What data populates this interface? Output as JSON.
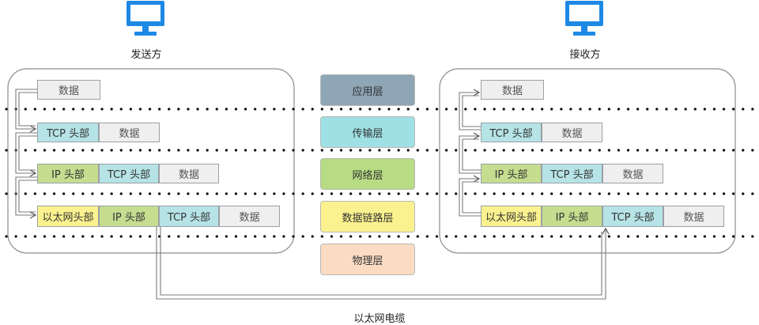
{
  "sender": {
    "label": "发送方",
    "icon": "monitor-icon"
  },
  "receiver": {
    "label": "接收方",
    "icon": "monitor-icon"
  },
  "cable_label": "以太网电缆",
  "layers": [
    {
      "label": "应用层",
      "color": "#8ea6b6"
    },
    {
      "label": "传输层",
      "color": "#9ee0e3"
    },
    {
      "label": "网络层",
      "color": "#b7dc83"
    },
    {
      "label": "数据链路层",
      "color": "#fbf28f"
    },
    {
      "label": "物理层",
      "color": "#fbdcc3"
    }
  ],
  "segments": {
    "data": "数据",
    "tcp_header": "TCP 头部",
    "ip_header": "IP 头部",
    "eth_header": "以太网头部"
  },
  "colors": {
    "accent_monitor": "#1e88e5",
    "data": "#efefef",
    "tcp": "#b6e3e6",
    "ip": "#c4dd8f",
    "eth": "#fbf28f"
  }
}
